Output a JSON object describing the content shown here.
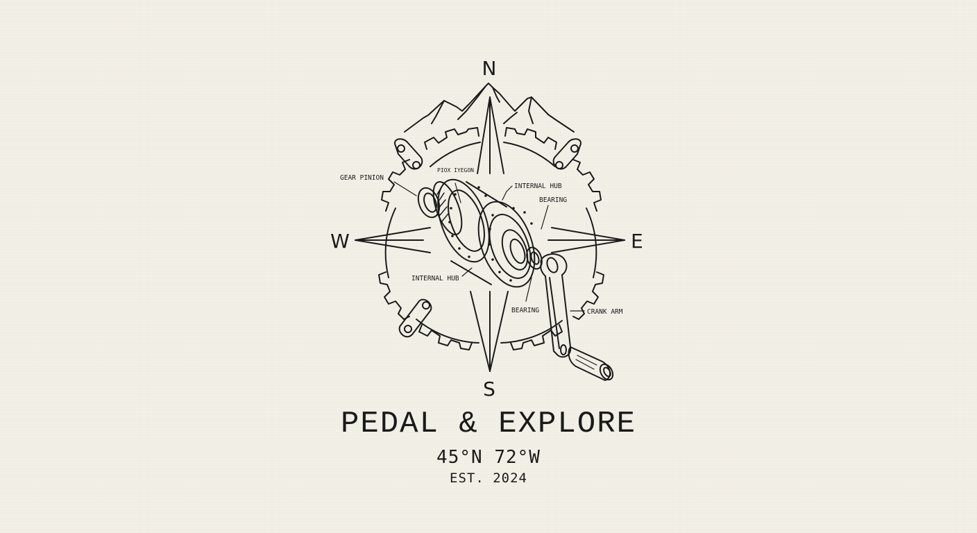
{
  "emblem": {
    "cardinals": {
      "north": "N",
      "east": "E",
      "south": "S",
      "west": "W"
    },
    "callouts": [
      {
        "id": "gear-pinion",
        "label": "GEAR PINION"
      },
      {
        "id": "garbled",
        "label": "PIOX IYEGON"
      },
      {
        "id": "internal-hub-top",
        "label": "INTERNAL HUB"
      },
      {
        "id": "bearing-top",
        "label": "BEARING"
      },
      {
        "id": "internal-hub-bottom",
        "label": "INTERNAL HUB"
      },
      {
        "id": "bearing-bottom",
        "label": "BEARING"
      },
      {
        "id": "crank-arm",
        "label": "CRANK ARM"
      }
    ],
    "icons": [
      "mountains-icon",
      "chainring-gear-icon",
      "chain-link-icon",
      "compass-rose-icon",
      "internal-gear-hub-icon",
      "crank-arm-pedal-icon"
    ]
  },
  "brand": {
    "name": "PEDAL & EXPLORE",
    "coordinates": "45°N 72°W",
    "established": "EST. 2024"
  },
  "colors": {
    "background": "#f3f0e7",
    "ink": "#1a1a1a"
  }
}
